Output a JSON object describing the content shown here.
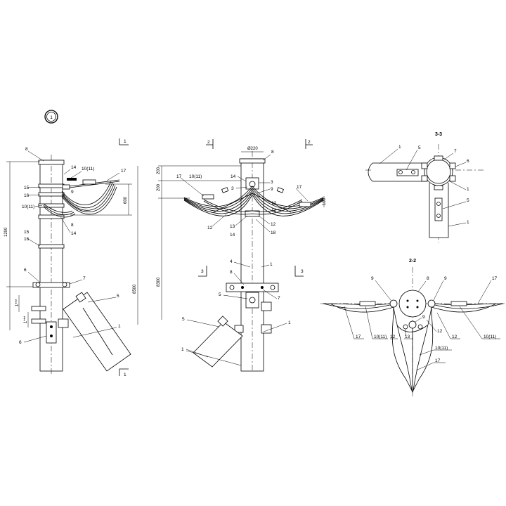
{
  "view_marker": "1",
  "section_marks": {
    "s1": "1",
    "s2": "2",
    "s3": "3"
  },
  "titles": {
    "section_3_3": "3-3",
    "section_2_2": "2-2"
  },
  "dims": {
    "d1200": "1200",
    "d600": "600",
    "d8500": "8500",
    "d8300": "8300",
    "d200a": "200",
    "d200b": "200",
    "d100": "100",
    "dia220": "Ø220",
    "dstar1": "1***",
    "dstar2": "1***"
  },
  "labels": {
    "v1": {
      "l8": "8",
      "l14a": "14",
      "l10_11": "10(11)",
      "l17": "17",
      "l15a": "15",
      "l16a": "16",
      "l9": "9",
      "l10_11b": "10(11)",
      "l8b": "8",
      "l14b": "14",
      "l15b": "15",
      "l16b": "16",
      "l6a": "6",
      "l7": "7",
      "l5": "5",
      "l1": "1",
      "l6b": "6"
    },
    "v2": {
      "l8": "8",
      "l14": "14",
      "l3a": "3",
      "l17a": "17",
      "l10_11": "10(11)",
      "l3b": "3",
      "l9": "9",
      "l17b": "17",
      "l12a": "12",
      "l12b": "12",
      "l12c": "12",
      "l13": "13",
      "l14b": "14",
      "l12d": "12",
      "l18": "18",
      "l4": "4",
      "l1a": "1",
      "l8b": "8",
      "l5a": "5",
      "l7": "7",
      "l5b": "5",
      "l1b": "1",
      "l1c": "1"
    },
    "v3": {
      "l1a": "1",
      "l5a": "5",
      "l7": "7",
      "l6": "6",
      "l1b": "1",
      "l5b": "5",
      "l1c": "1"
    },
    "v4": {
      "l9a": "9",
      "l8": "8",
      "l9b": "9",
      "l17a": "17",
      "l9c": "9",
      "l17b": "17",
      "l10_11a": "10(11)",
      "l12a": "12",
      "l13": "13",
      "l12b": "12",
      "l12c": "12",
      "l10_11b": "10(11)",
      "l10_11c": "10(11)",
      "l17c": "17"
    }
  }
}
